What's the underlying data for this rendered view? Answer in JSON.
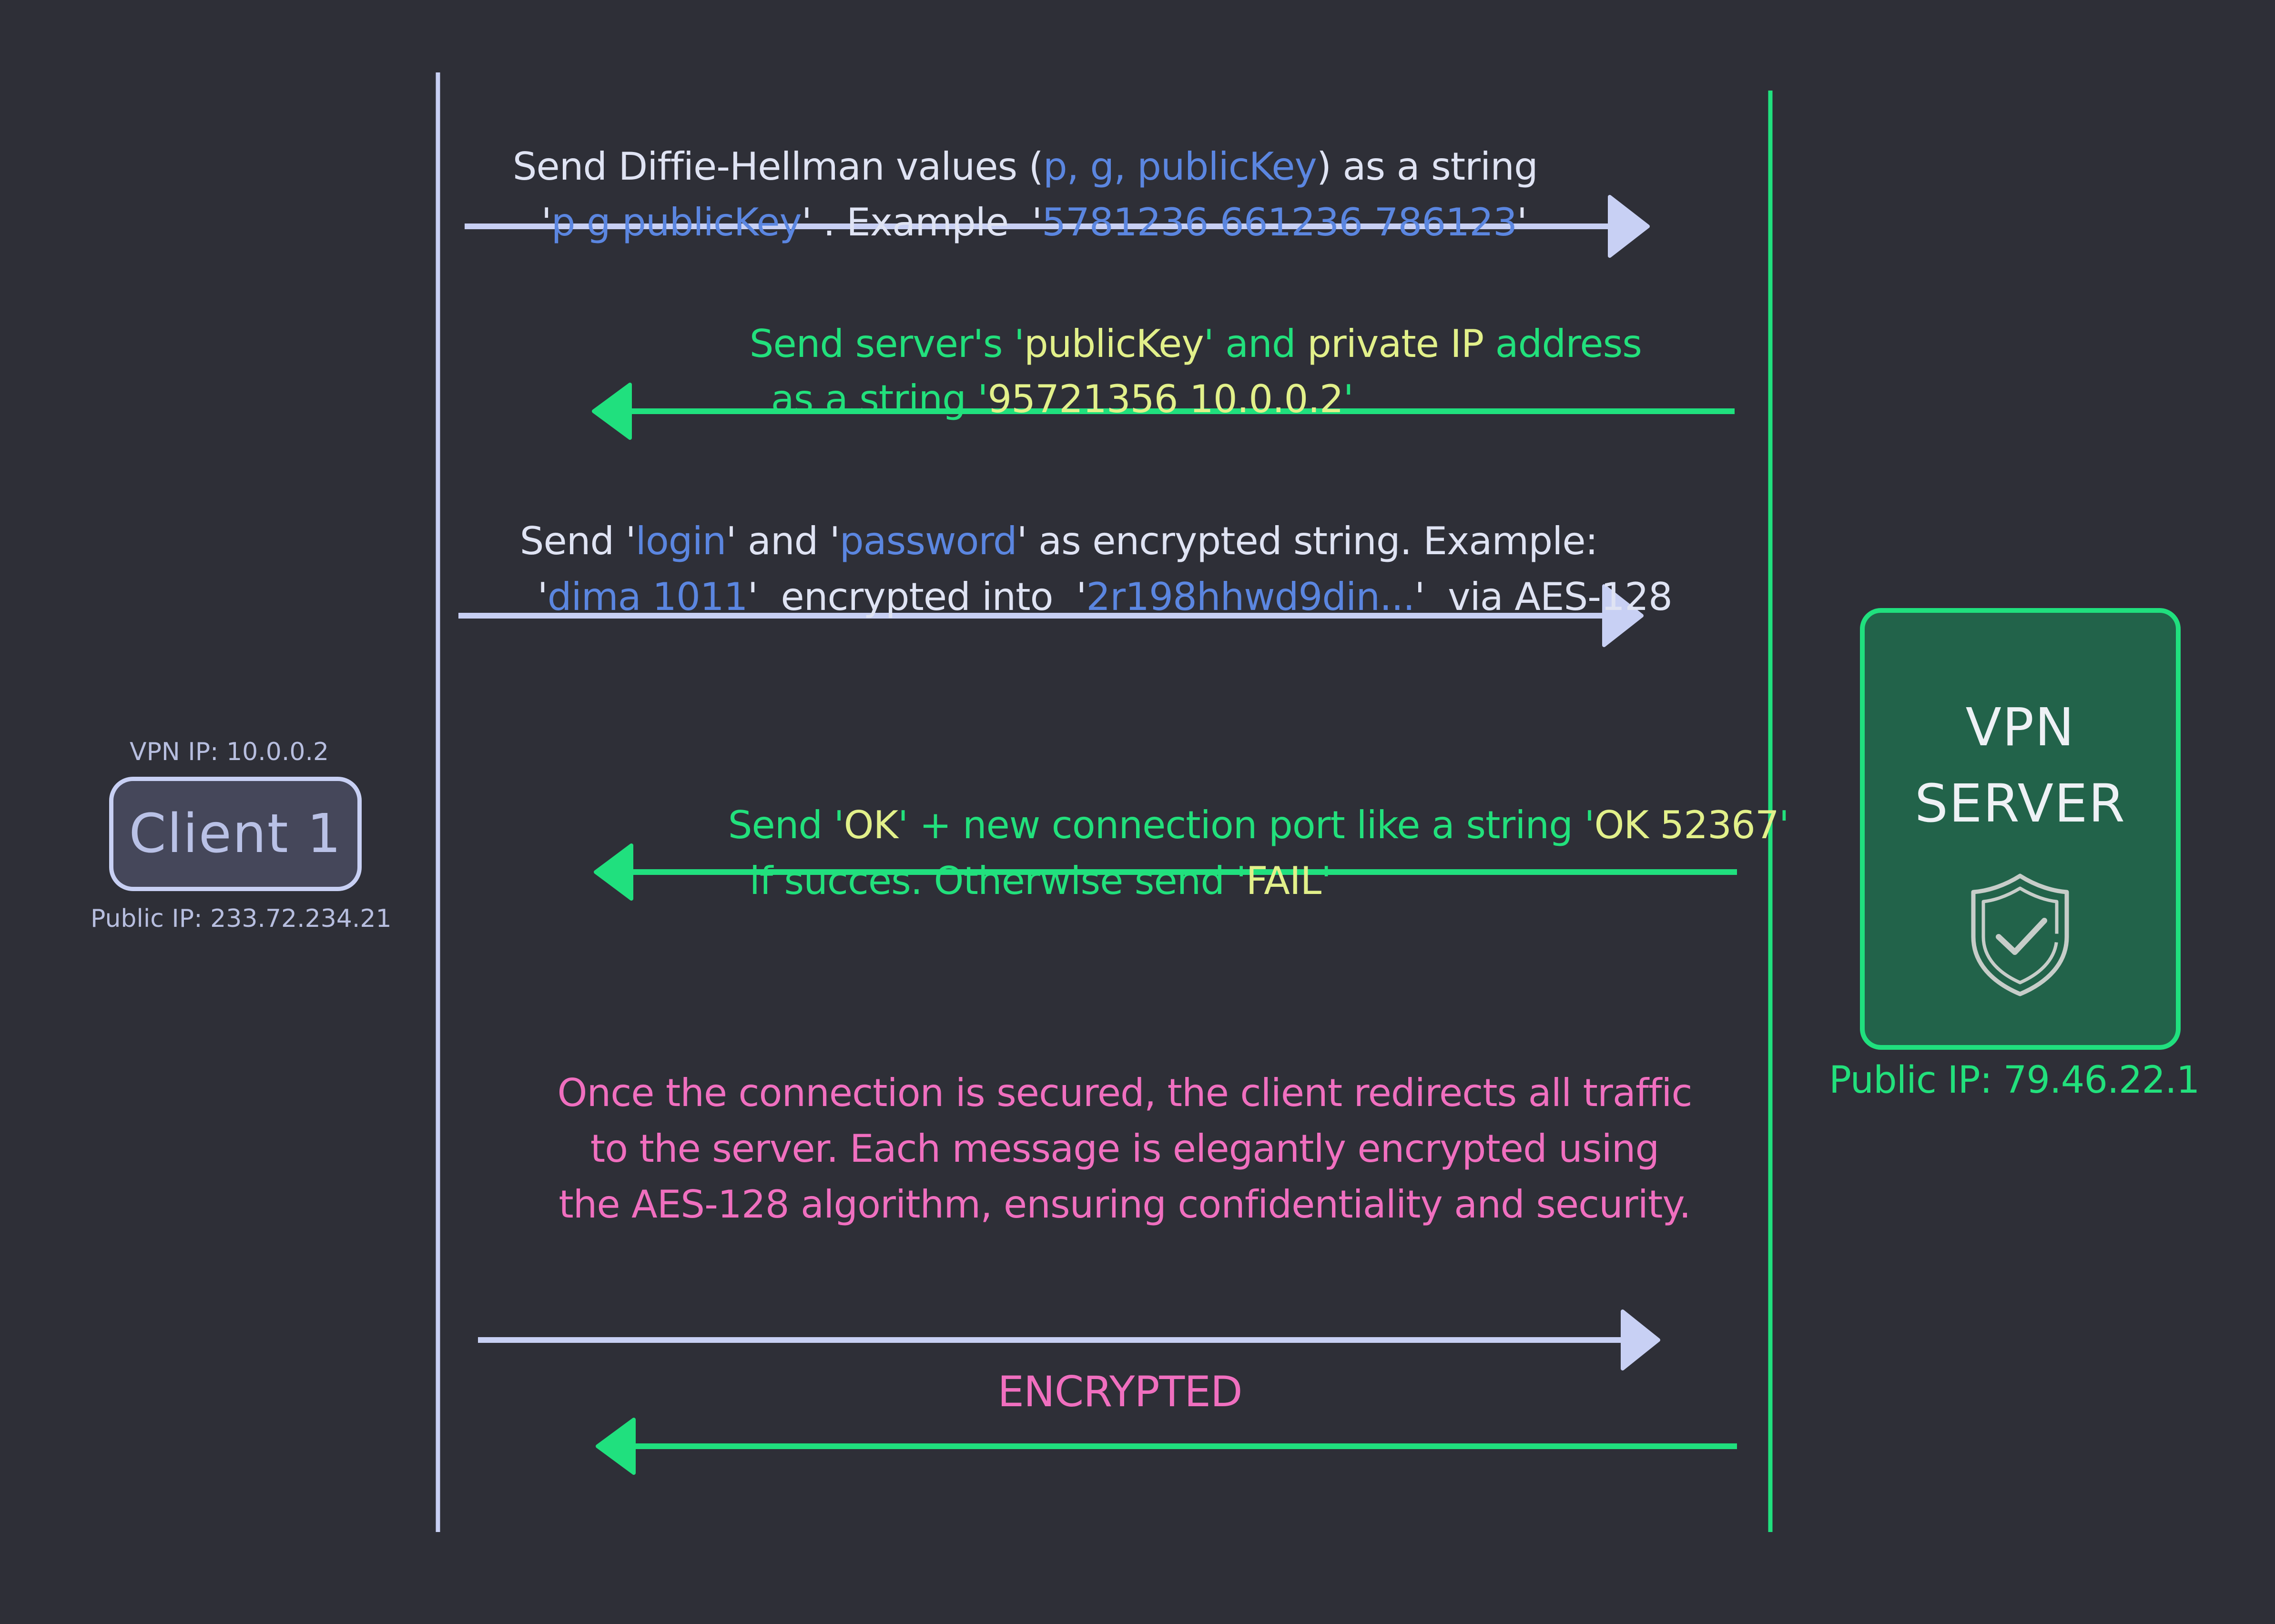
{
  "client": {
    "name": "Client 1",
    "vpn_ip": "VPN IP: 10.0.0.2",
    "public_ip": "Public IP: 233.72.234.21"
  },
  "server": {
    "title": "VPN\nSERVER",
    "icon": "shield-check-icon",
    "public_ip": "Public IP: 79.46.22.1"
  },
  "messages": [
    {
      "direction": "client-to-server",
      "lines": [
        [
          {
            "t": "Send Diffie-Hellman values (",
            "c": "w"
          },
          {
            "t": "p, g, publicKey",
            "c": "b"
          },
          {
            "t": ") as a string",
            "c": "w"
          }
        ],
        [
          {
            "t": "'",
            "c": "w"
          },
          {
            "t": "p g publicKey",
            "c": "b"
          },
          {
            "t": "' . Example  '",
            "c": "w"
          },
          {
            "t": "5781236 661236 786123",
            "c": "b"
          },
          {
            "t": "'",
            "c": "w"
          }
        ]
      ]
    },
    {
      "direction": "server-to-client",
      "lines": [
        [
          {
            "t": "Send server's '",
            "c": "g"
          },
          {
            "t": "publicKey",
            "c": "y"
          },
          {
            "t": "' and ",
            "c": "g"
          },
          {
            "t": "private IP",
            "c": "y"
          },
          {
            "t": " address",
            "c": "g"
          }
        ],
        [
          {
            "t": "as a string '",
            "c": "g"
          },
          {
            "t": "95721356 10.0.0.2",
            "c": "y"
          },
          {
            "t": "'",
            "c": "g"
          }
        ]
      ]
    },
    {
      "direction": "client-to-server",
      "lines": [
        [
          {
            "t": "Send '",
            "c": "w"
          },
          {
            "t": "login",
            "c": "b"
          },
          {
            "t": "' and '",
            "c": "w"
          },
          {
            "t": "password",
            "c": "b"
          },
          {
            "t": "' as encrypted string. Example:",
            "c": "w"
          }
        ],
        [
          {
            "t": "'",
            "c": "w"
          },
          {
            "t": "dima 1011",
            "c": "b"
          },
          {
            "t": "'  encrypted into  '",
            "c": "w"
          },
          {
            "t": "2r198hhwd9din...",
            "c": "b"
          },
          {
            "t": "'  via AES-128",
            "c": "w"
          }
        ]
      ]
    },
    {
      "direction": "server-to-client",
      "lines": [
        [
          {
            "t": "Send '",
            "c": "g"
          },
          {
            "t": "OK",
            "c": "y"
          },
          {
            "t": "' + new connection port like a string '",
            "c": "g"
          },
          {
            "t": "OK 52367",
            "c": "y"
          },
          {
            "t": "'",
            "c": "g"
          }
        ],
        [
          {
            "t": "if succes. Otherwise send '",
            "c": "g"
          },
          {
            "t": "FAIL",
            "c": "y"
          },
          {
            "t": "'",
            "c": "g"
          }
        ]
      ]
    }
  ],
  "note": {
    "lines": [
      "Once the connection is secured, the client redirects all traffic",
      "to the server. Each message is elegantly encrypted using",
      "the AES-128 algorithm, ensuring confidentiality and security."
    ]
  },
  "encrypted_label": "ENCRYPTED",
  "colors": {
    "background": "#2e2f37",
    "client_line": "#c8d0f4",
    "server_line": "#20e07e",
    "text_white": "#dfe3f3",
    "text_blue": "#5b86e0",
    "text_green": "#22e07c",
    "text_yellow": "#e2f08a",
    "text_pink": "#f06fbf"
  }
}
